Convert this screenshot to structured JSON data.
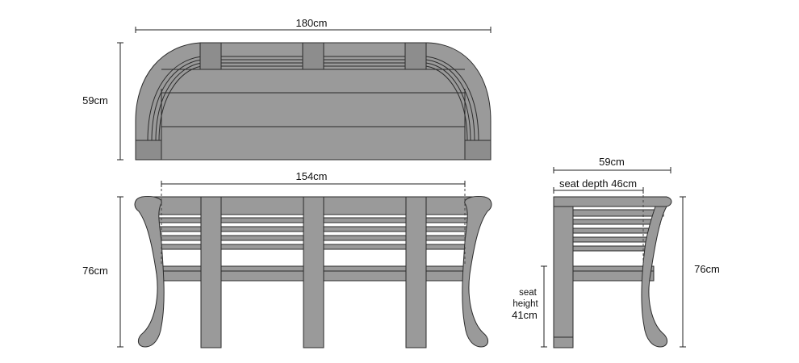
{
  "dimensions": {
    "top_width": "180cm",
    "top_depth": "59cm",
    "seat_width": "154cm",
    "front_height": "76cm",
    "side_depth": "59cm",
    "seat_depth": "seat depth 46cm",
    "seat_height_line1": "seat",
    "seat_height_line2": "height",
    "seat_height_value": "41cm",
    "side_height": "76cm"
  }
}
